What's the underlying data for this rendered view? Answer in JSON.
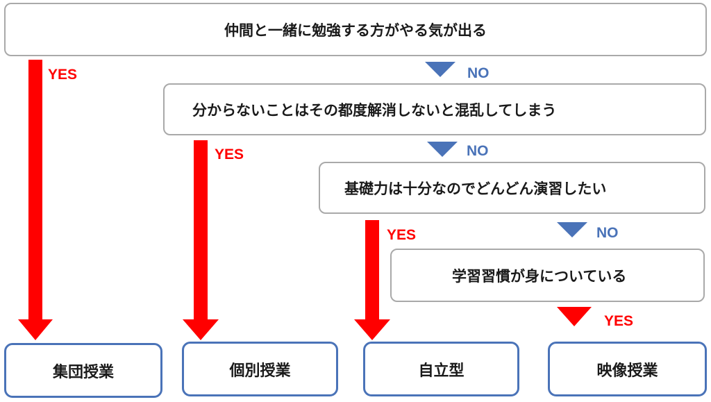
{
  "questions": {
    "q1": "仲間と一緒に勉強する方がやる気が出る",
    "q2": "分からないことはその都度解消しないと混乱してしまう",
    "q3": "基礎力は十分なのでどんどん演習したい",
    "q4": "学習習慣が身についている"
  },
  "labels": {
    "yes": "YES",
    "no": "NO"
  },
  "results": {
    "r1": "集団授業",
    "r2": "個別授業",
    "r3": "自立型",
    "r4": "映像授業"
  },
  "colors": {
    "yes_arrow": "#ff0000",
    "no_arrow": "#4a73b8",
    "question_border": "#a9a9a9",
    "result_border": "#4a73b8"
  }
}
